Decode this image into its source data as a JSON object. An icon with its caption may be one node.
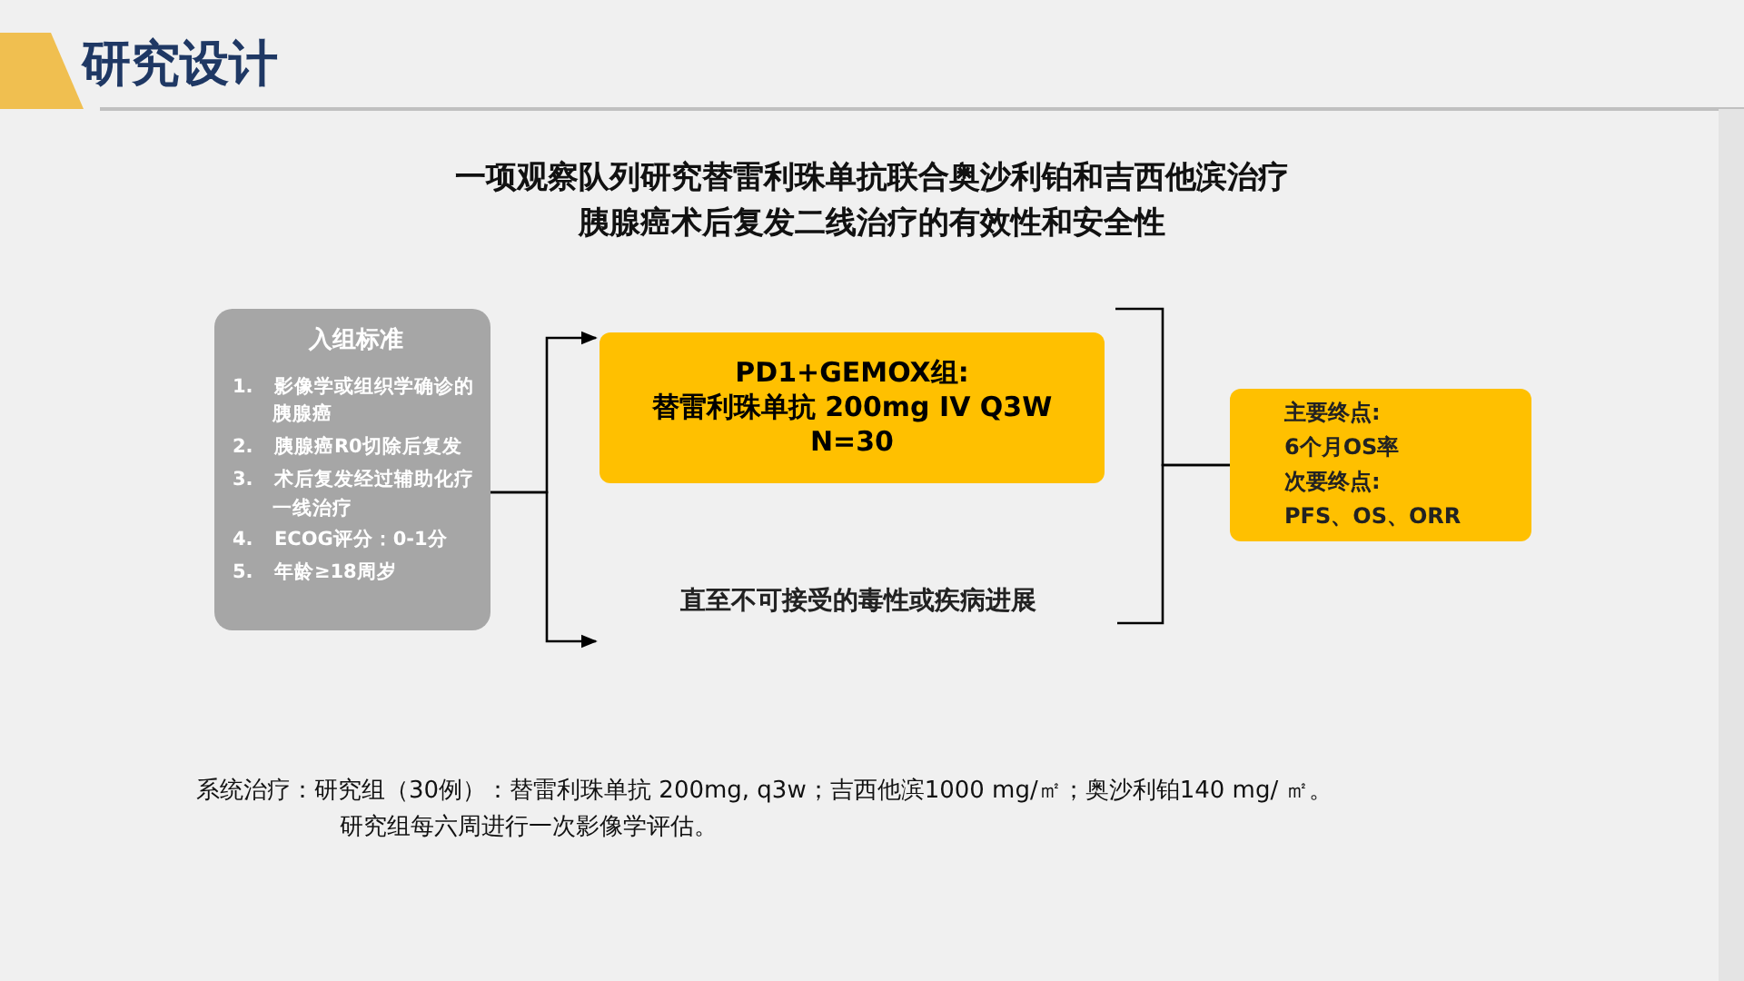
{
  "diagram": {
    "title": "研究设计",
    "nodes": [
      {
        "text": [
          "入组标准",
          "1. 影像学或组织学确诊的胰腺癌",
          "2. 胰腺癌R0切除后复发",
          "3. 术后复发经过辅助化疗一线治疗",
          "4. ECOG评分：0-1分",
          "5. 年龄≥18周岁"
        ]
      },
      {
        "text": [
          "PD1+GEMOX组:",
          "替雷利珠单抗 200mg IV Q3W",
          "N=30"
        ]
      },
      {
        "text": [
          "直至不可接受的毒性或疾病进展"
        ]
      },
      {
        "text": [
          "主要终点:",
          "6个月OS率",
          "次要终点:",
          "PFS、OS、ORR"
        ]
      }
    ],
    "edges": [
      {
        "from": 0,
        "to": 1,
        "arrow": "to"
      },
      {
        "from": 0,
        "to": 2,
        "arrow": "to"
      },
      {
        "from": 1,
        "to": 3,
        "arrow": "none"
      },
      {
        "from": 2,
        "to": 3,
        "arrow": "none"
      }
    ],
    "labels": [
      "一项观察队列研究替雷利珠单抗联合奥沙利铂和吉西他滨治疗",
      "胰腺癌术后复发二线治疗的有效性和安全性",
      "系统治疗：研究组（30例）：替雷利珠单抗 200mg, q3w；吉西他滨1000 mg/㎡；奥沙利铂140 mg/ ㎡。",
      "研究组每六周进行一次影像学评估。"
    ]
  }
}
